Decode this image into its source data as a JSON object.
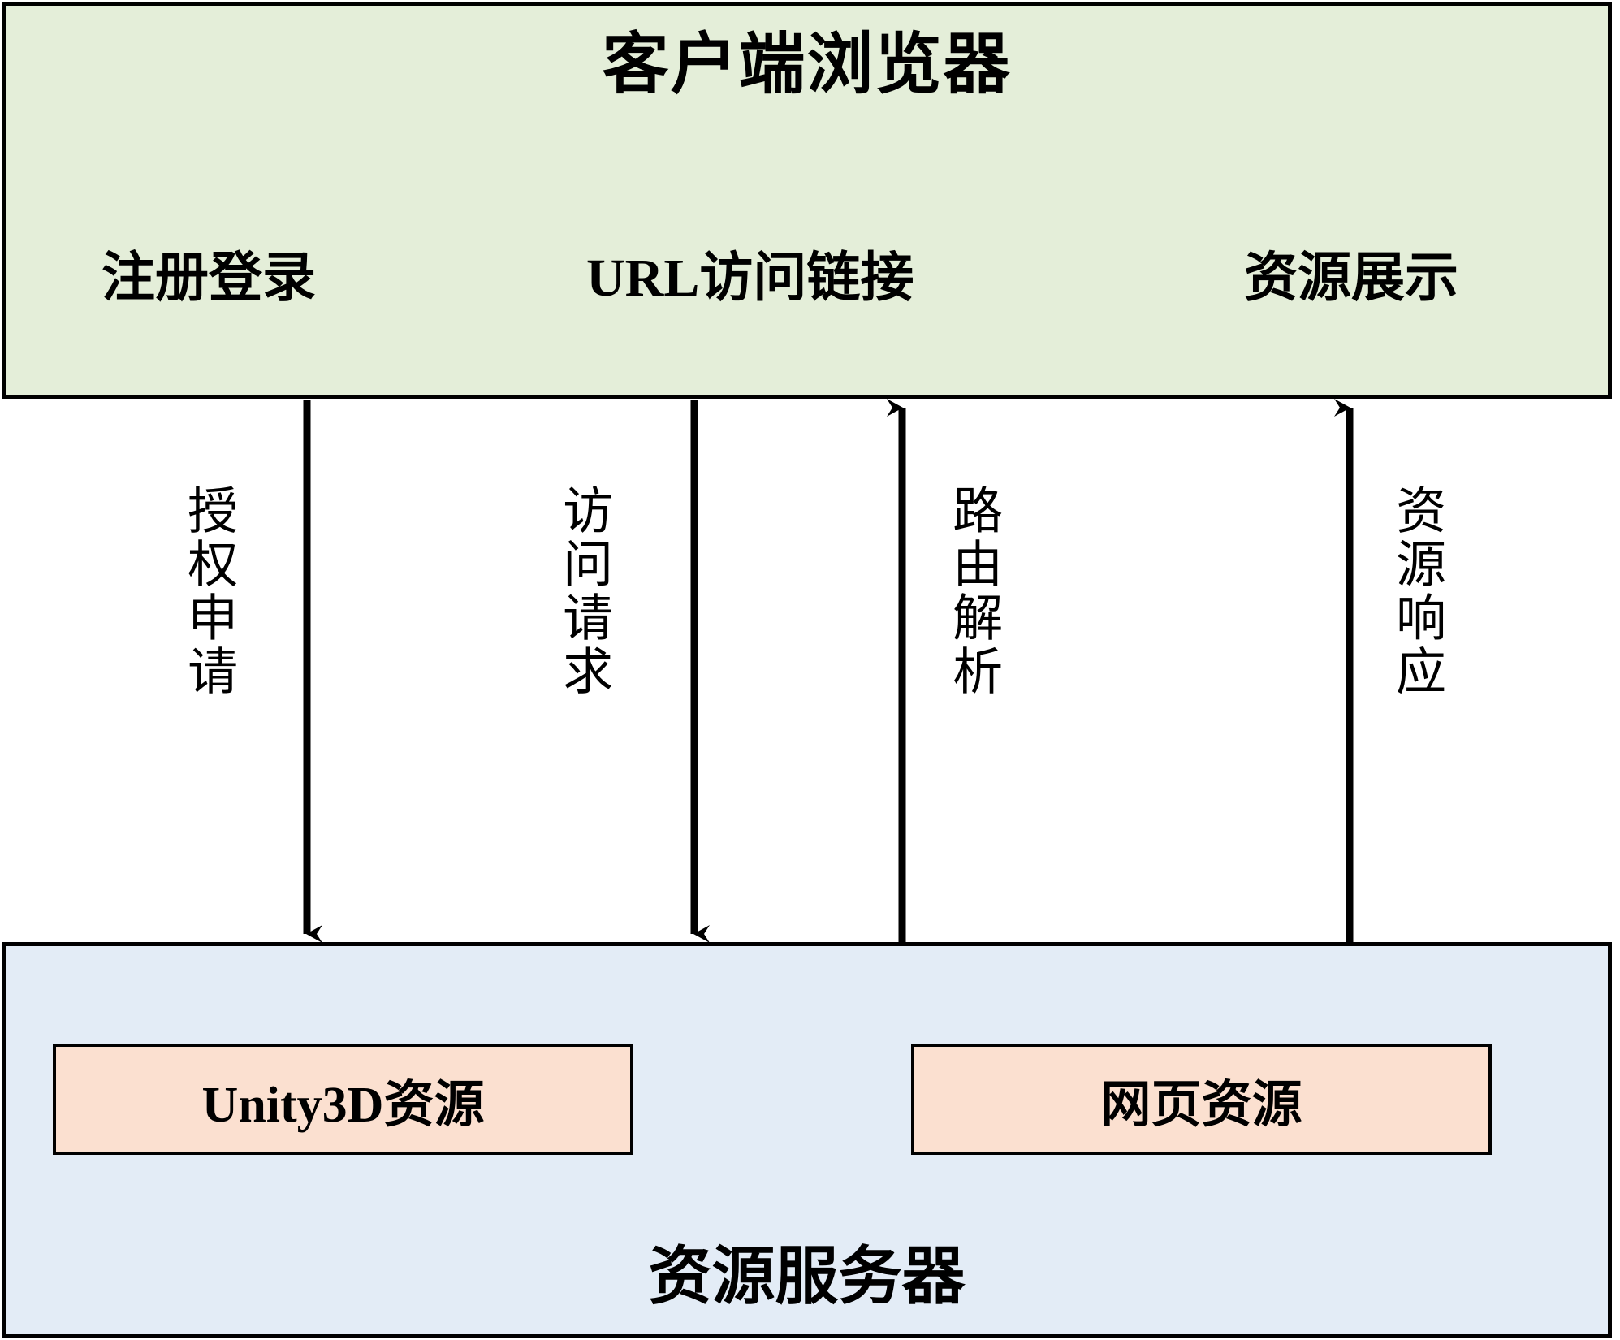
{
  "diagram": {
    "type": "flow-diagram",
    "client": {
      "title": "客户端浏览器",
      "fill_color": "#e4eed9",
      "border_color": "#000000",
      "features": [
        {
          "label": "注册登录"
        },
        {
          "label": "URL访问链接"
        },
        {
          "label": "资源展示"
        }
      ]
    },
    "server": {
      "title": "资源服务器",
      "fill_color": "#e3ecf6",
      "border_color": "#000000",
      "resources": [
        {
          "label": "Unity3D资源",
          "fill_color": "#fbe0d0"
        },
        {
          "label": "网页资源",
          "fill_color": "#fbe0d0"
        }
      ]
    },
    "flows": [
      {
        "label": "授权申请",
        "direction": "down"
      },
      {
        "label": "访问请求",
        "direction": "down"
      },
      {
        "label": "路由解析",
        "direction": "up"
      },
      {
        "label": "资源响应",
        "direction": "up"
      }
    ]
  }
}
